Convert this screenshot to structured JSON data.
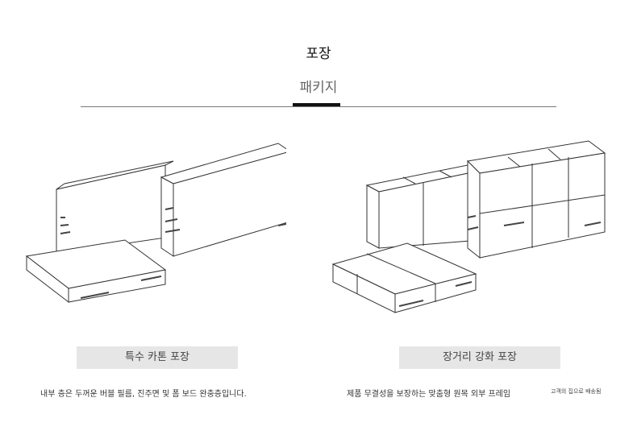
{
  "header": {
    "title": "포장",
    "subtitle": "패키지"
  },
  "cards": [
    {
      "label": "특수 카톤 포장",
      "description": "내부 층은 두꺼운 버블 필름, 진주면 및 폼 보드 완충층입니다."
    },
    {
      "label": "장거리 강화 포장",
      "description": "제품 무결성을 보장하는 맞춤형 원목 외부 프레임",
      "note": "고객의 집으로 배송됨"
    }
  ]
}
